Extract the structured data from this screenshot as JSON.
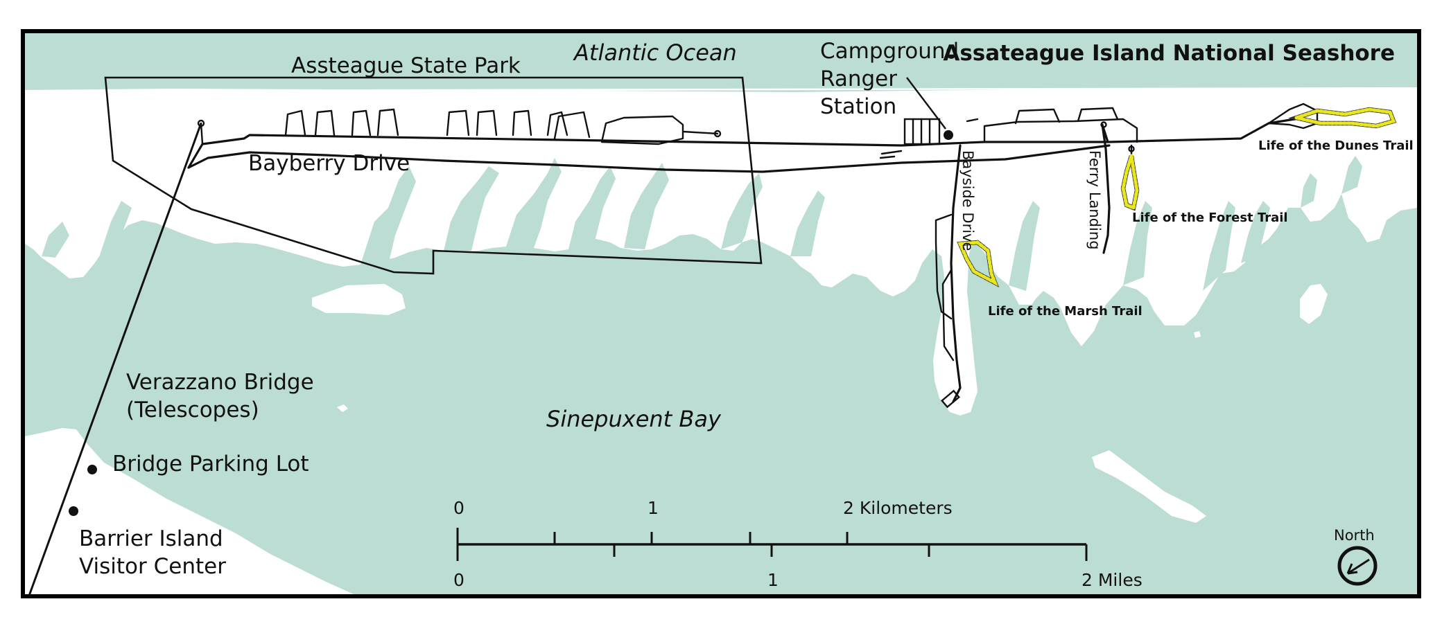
{
  "map": {
    "title": "Assateague Island National Seashore",
    "water_labels": {
      "ocean": "Atlantic Ocean",
      "bay": "Sinepuxent Bay"
    },
    "place_labels": {
      "state_park": "Assteague State Park",
      "bayberry_drive": "Bayberry Drive",
      "campground_line1": "Campground",
      "campground_line2": "Ranger",
      "campground_line3": "Station",
      "bridge_line1": "Verazzano Bridge",
      "bridge_line2": "(Telescopes)",
      "bridge_parking": "Bridge Parking Lot",
      "visitor_center_line1": "Barrier Island",
      "visitor_center_line2": "Visitor Center",
      "bayside_drive": "Bayside Drive",
      "ferry_landing": "Ferry Landing"
    },
    "trails": {
      "dunes": "Life of the Dunes Trail",
      "forest": "Life of the Forest Trail",
      "marsh": "Life of the Marsh Trail"
    },
    "scale": {
      "km_ticks": [
        "0",
        "1",
        "2 Kilometers"
      ],
      "mile_ticks": [
        "0",
        "1",
        "2 Miles"
      ]
    },
    "north_label": "North",
    "colors": {
      "water": "#bcddd3",
      "land": "#ffffff",
      "border": "#000000",
      "trail": "#e9e61e"
    }
  }
}
